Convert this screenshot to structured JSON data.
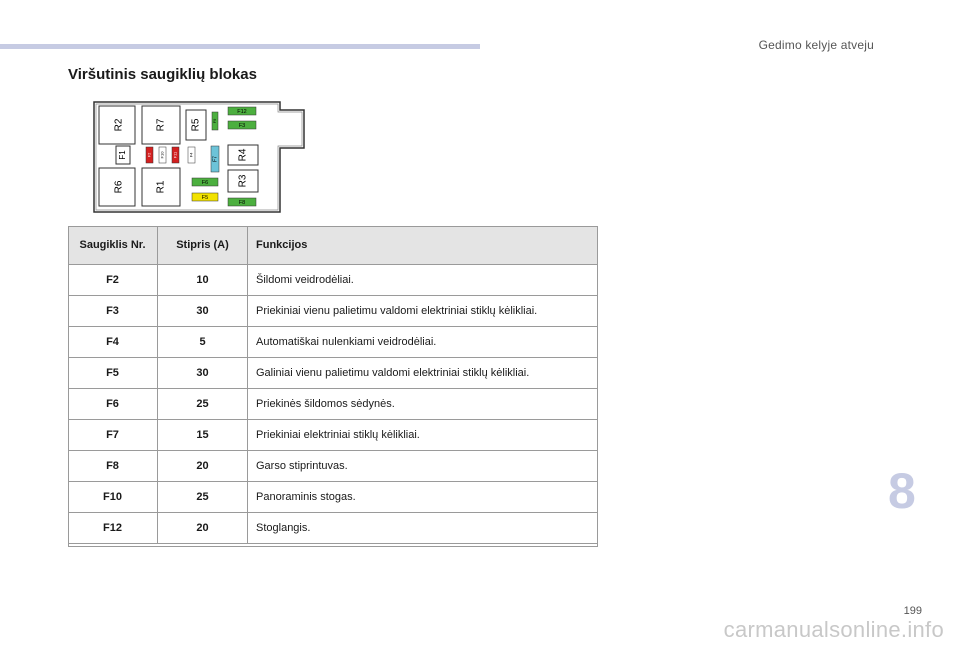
{
  "header": {
    "chapter_title": "Gedimo kelyje atveju"
  },
  "section": {
    "heading": "Viršutinis saugiklių blokas"
  },
  "diagram": {
    "relays": [
      "R2",
      "R7",
      "R5",
      "R4",
      "R6",
      "R1",
      "R3"
    ],
    "fuses": [
      "F1",
      "F2",
      "F3",
      "F4",
      "F5",
      "F6",
      "F7",
      "F8",
      "F9",
      "F10",
      "F11",
      "F12"
    ]
  },
  "table": {
    "headers": {
      "fuse_no": "Saugiklis Nr.",
      "rating": "Stipris (A)",
      "functions": "Funkcijos"
    },
    "rows": [
      {
        "fuse": "F2",
        "amps": "10",
        "function": "Šildomi veidrodėliai."
      },
      {
        "fuse": "F3",
        "amps": "30",
        "function": "Priekiniai vienu palietimu valdomi elektriniai stiklų kėlikliai."
      },
      {
        "fuse": "F4",
        "amps": "5",
        "function": "Automatiškai nulenkiami veidrodėliai."
      },
      {
        "fuse": "F5",
        "amps": "30",
        "function": "Galiniai vienu palietimu valdomi elektriniai stiklų kėlikliai."
      },
      {
        "fuse": "F6",
        "amps": "25",
        "function": "Priekinės šildomos sėdynės."
      },
      {
        "fuse": "F7",
        "amps": "15",
        "function": "Priekiniai elektriniai stiklų kėlikliai."
      },
      {
        "fuse": "F8",
        "amps": "20",
        "function": "Garso stiprintuvas."
      },
      {
        "fuse": "F10",
        "amps": "25",
        "function": "Panoraminis stogas."
      },
      {
        "fuse": "F12",
        "amps": "20",
        "function": "Stoglangis."
      }
    ]
  },
  "footer": {
    "chapter_number": "8",
    "page_number": "199",
    "watermark": "carmanualsonline.info"
  },
  "colors": {
    "accent": "#c6cbe3",
    "fuse_green": "#4caf3f",
    "fuse_yellow": "#f2e200",
    "fuse_red": "#d42020",
    "fuse_blue": "#6cc3d8"
  }
}
